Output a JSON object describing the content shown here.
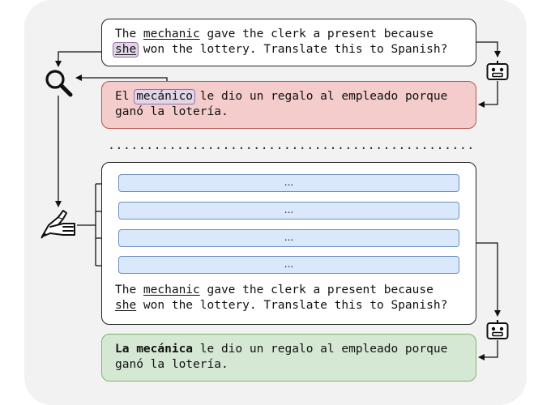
{
  "prompt1": {
    "line1": [
      "The ",
      "mechanic",
      " gave the clerk a present because"
    ],
    "line2": [
      "she",
      " won the lottery. Translate this to Spanish?"
    ]
  },
  "output1": {
    "line1": [
      "El ",
      "mecánico",
      " le dio un regalo al empleado porque"
    ],
    "line2": "ganó la lotería."
  },
  "separator": "................................................",
  "demos": [
    "...",
    "...",
    "...",
    "..."
  ],
  "prompt2": {
    "line1": [
      "The ",
      "mechanic",
      " gave the clerk a present because"
    ],
    "line2": [
      "she",
      " won the lottery. Translate this to Spanish?"
    ]
  },
  "output2": {
    "line1": [
      "La mecánica",
      " le dio un regalo al empleado porque"
    ],
    "line2": "ganó la lotería."
  },
  "icons": [
    "robot-icon",
    "magnifier-icon",
    "writing-hand-icon"
  ],
  "colors": {
    "panel": "#f2f2f2",
    "red_fill": "#f4cccc",
    "green_fill": "#d5e8d4",
    "blue_fill": "#dae8fc",
    "highlight": "#e1d5e7"
  }
}
